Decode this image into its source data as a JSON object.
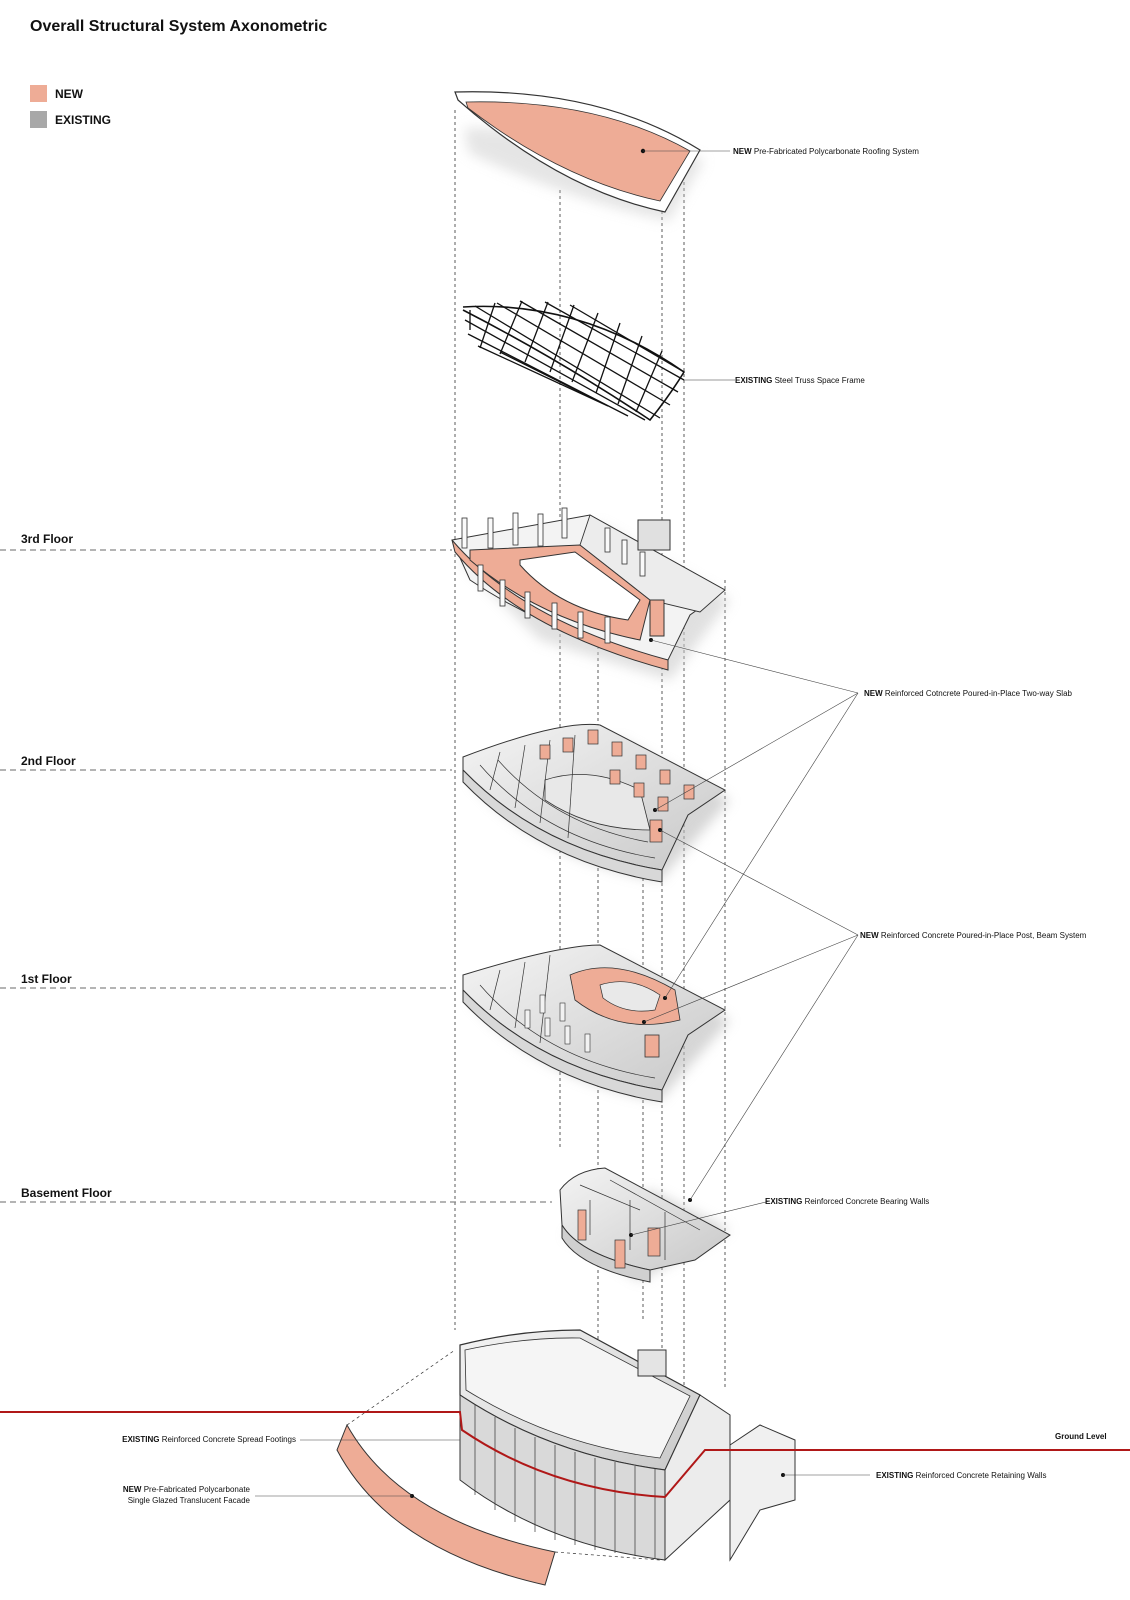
{
  "title": "Overall Structural System Axonometric",
  "legend": [
    {
      "label": "NEW",
      "color": "#eeac96"
    },
    {
      "label": "EXISTING",
      "color": "#a8a8a8"
    }
  ],
  "floors": {
    "third": "3rd Floor",
    "second": "2nd Floor",
    "first": "1st Floor",
    "basement": "Basement Floor"
  },
  "ground_level": "Ground Level",
  "callouts": {
    "roof": {
      "tag": "NEW",
      "text": "Pre-Fabricated Polycarbonate Roofing System"
    },
    "space_frame": {
      "tag": "EXISTING",
      "text": "Steel Truss Space Frame"
    },
    "slab": {
      "tag": "NEW",
      "text": "Reinforced Cotncrete Poured-in-Place Two-way Slab"
    },
    "post_beam": {
      "tag": "NEW",
      "text": "Reinforced Concrete Poured-in-Place Post, Beam System"
    },
    "bearing_walls": {
      "tag": "EXISTING",
      "text": "Reinforced Concrete Bearing Walls"
    },
    "footings": {
      "tag": "EXISTING",
      "text": "Reinforced Concrete Spread Footings"
    },
    "facade": {
      "tag": "NEW",
      "text": "Pre-Fabricated Polycarbonate",
      "text2": "Single Glazed Translucent Facade"
    },
    "retaining": {
      "tag": "EXISTING",
      "text": "Reinforced Concrete Retaining Walls"
    }
  },
  "colors": {
    "new": "#eeac96",
    "existing": "#a8a8a8",
    "ground_line": "#b01818"
  }
}
